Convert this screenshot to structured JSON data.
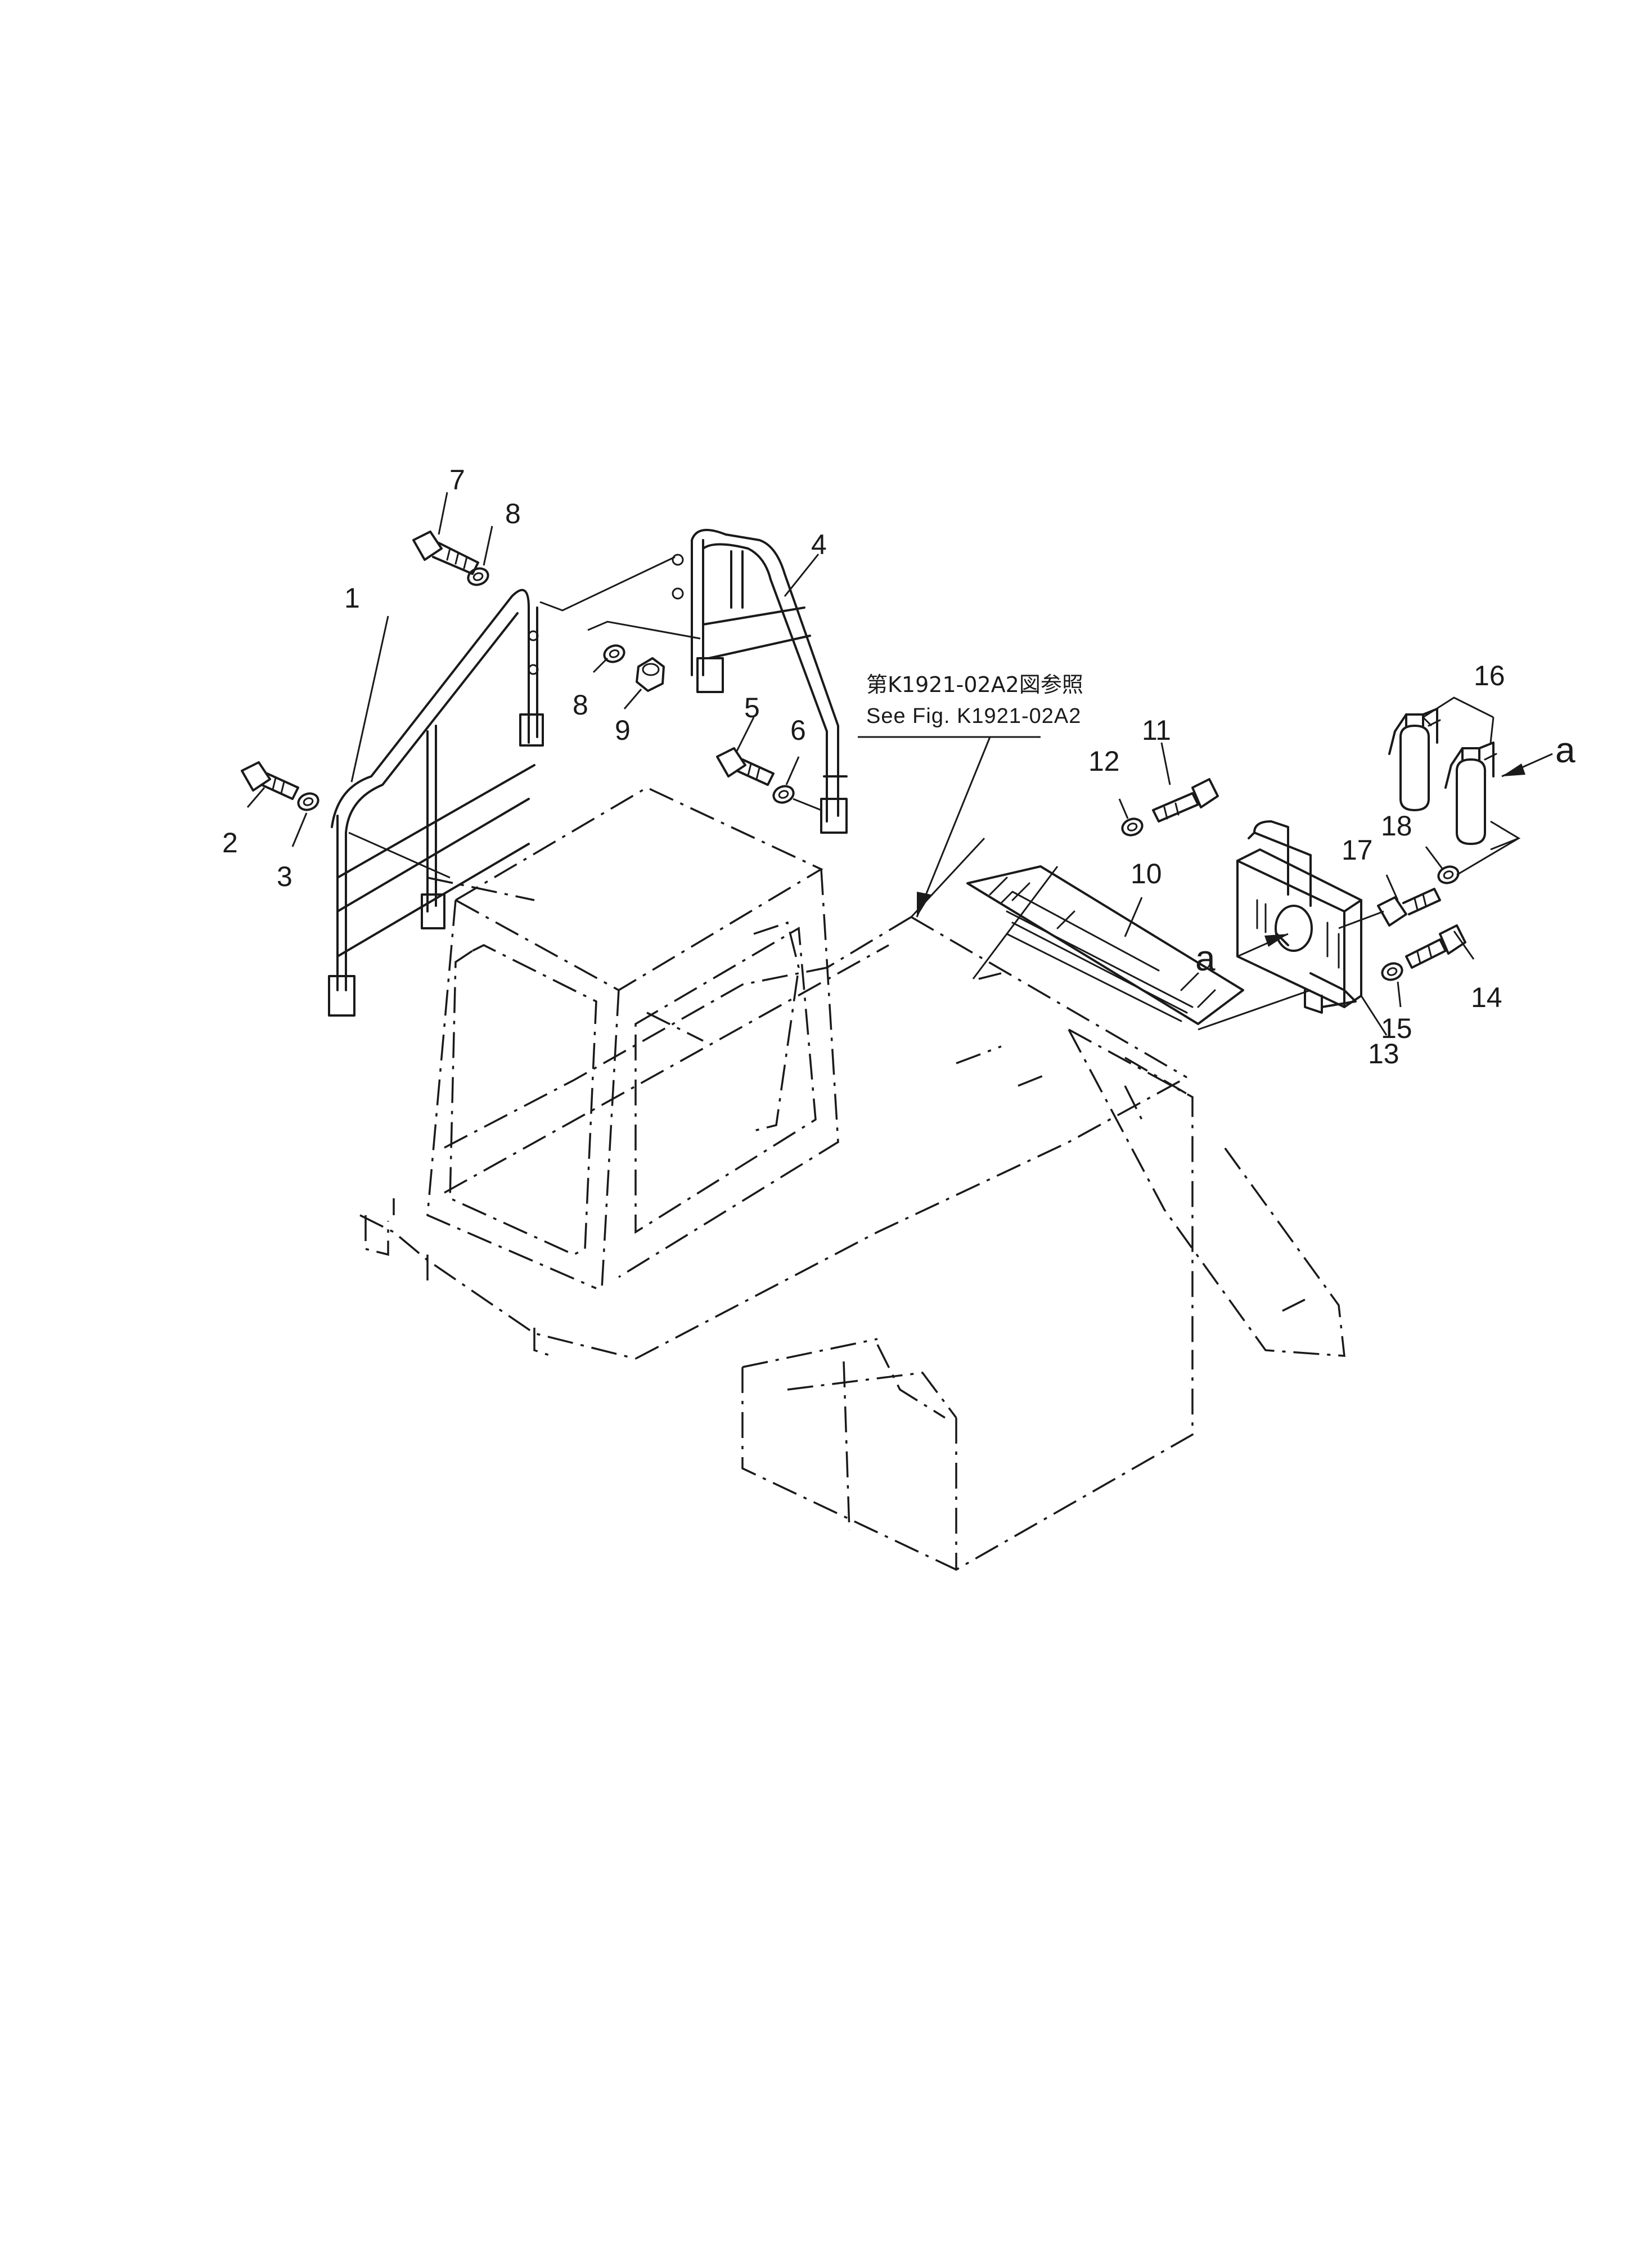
{
  "reference_note": {
    "japanese": "第K1921-02A2図参照",
    "english": "See  Fig. K1921-02A2"
  },
  "callouts": [
    {
      "id": "1",
      "label": "1"
    },
    {
      "id": "2",
      "label": "2"
    },
    {
      "id": "3",
      "label": "3"
    },
    {
      "id": "4",
      "label": "4"
    },
    {
      "id": "5",
      "label": "5"
    },
    {
      "id": "6",
      "label": "6"
    },
    {
      "id": "7",
      "label": "7"
    },
    {
      "id": "8a",
      "label": "8"
    },
    {
      "id": "8b",
      "label": "8"
    },
    {
      "id": "9",
      "label": "9"
    },
    {
      "id": "10",
      "label": "10"
    },
    {
      "id": "11",
      "label": "11"
    },
    {
      "id": "12",
      "label": "12"
    },
    {
      "id": "13",
      "label": "13"
    },
    {
      "id": "14",
      "label": "14"
    },
    {
      "id": "15",
      "label": "15"
    },
    {
      "id": "16",
      "label": "16"
    },
    {
      "id": "17",
      "label": "17"
    },
    {
      "id": "18",
      "label": "18"
    }
  ],
  "connection_marks": {
    "right": "a",
    "left": "a"
  }
}
